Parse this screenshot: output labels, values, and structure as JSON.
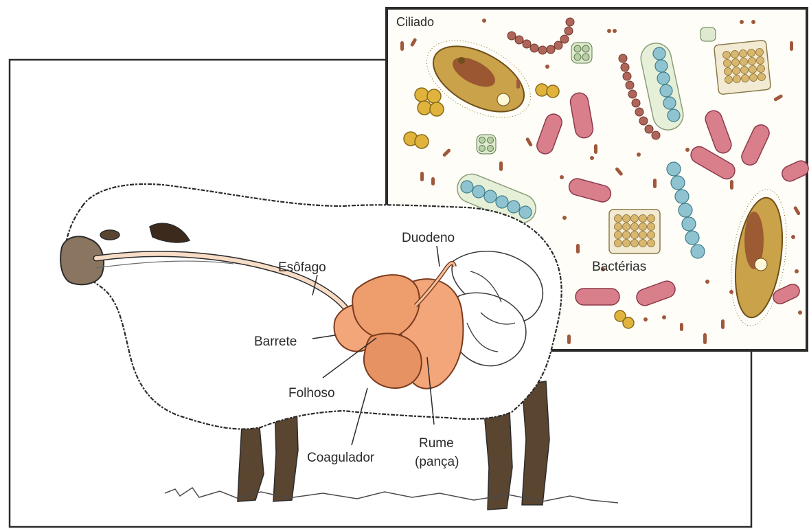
{
  "panels": {
    "micro": {
      "title": "Ciliado",
      "bacteria_label": "Bactérias"
    }
  },
  "sheep_labels": {
    "esofago": "Esôfago",
    "duodeno": "Duodeno",
    "barrete": "Barrete",
    "folhoso": "Folhoso",
    "coagulador": "Coagulador",
    "rume_line1": "Rume",
    "rume_line2": "(pança)"
  },
  "colors": {
    "outline": "#2b2b2b",
    "stomach": "#f2a679",
    "stomach_shade": "#d9855a",
    "wool": "#ffffff",
    "legs": "#5a4530",
    "bacteria_red": "#d97f8c",
    "bacteria_blue": "#8ec3cf",
    "bacteria_brown": "#a0583c",
    "ciliate": "#c9a24a",
    "sarcina": "#d8b871"
  }
}
